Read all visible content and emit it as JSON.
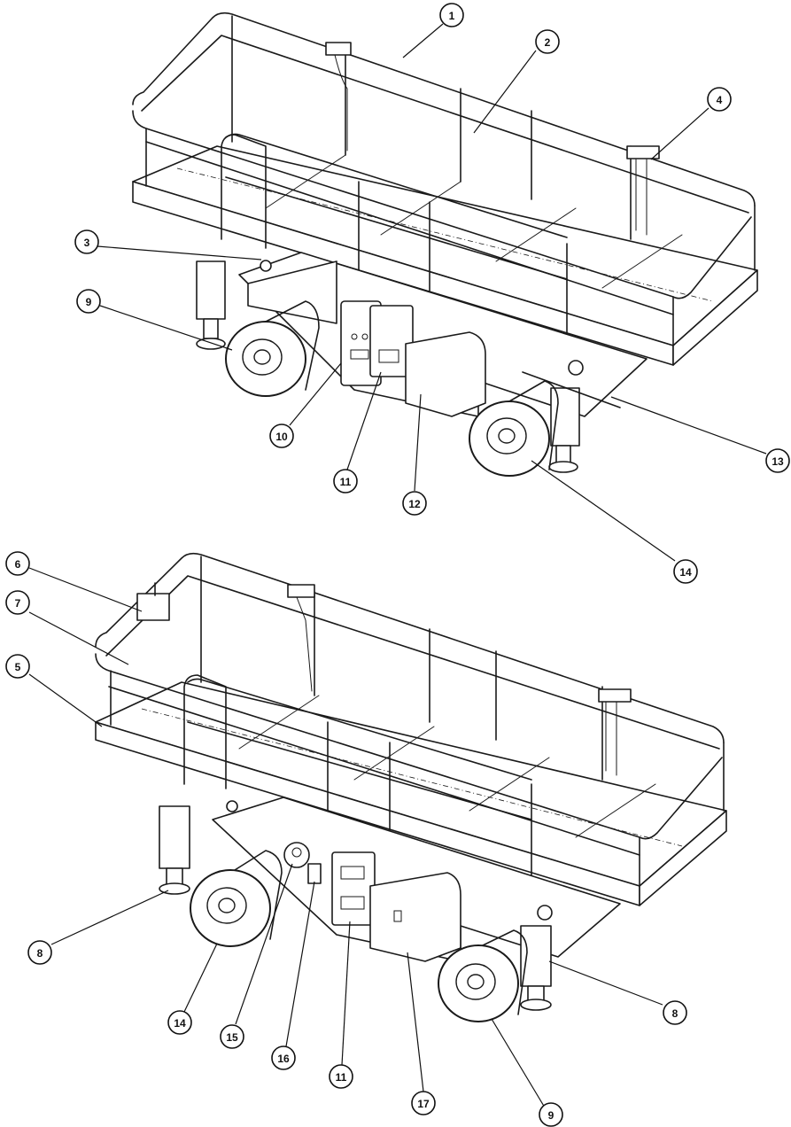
{
  "callouts": [
    {
      "label": "1"
    },
    {
      "label": "2"
    },
    {
      "label": "3"
    },
    {
      "label": "4"
    },
    {
      "label": "9"
    },
    {
      "label": "10"
    },
    {
      "label": "11"
    },
    {
      "label": "12"
    },
    {
      "label": "13"
    },
    {
      "label": "14"
    },
    {
      "label": "6"
    },
    {
      "label": "7"
    },
    {
      "label": "5"
    },
    {
      "label": "8"
    },
    {
      "label": "14"
    },
    {
      "label": "15"
    },
    {
      "label": "16"
    },
    {
      "label": "11"
    },
    {
      "label": "17"
    },
    {
      "label": "8"
    },
    {
      "label": "9"
    }
  ]
}
